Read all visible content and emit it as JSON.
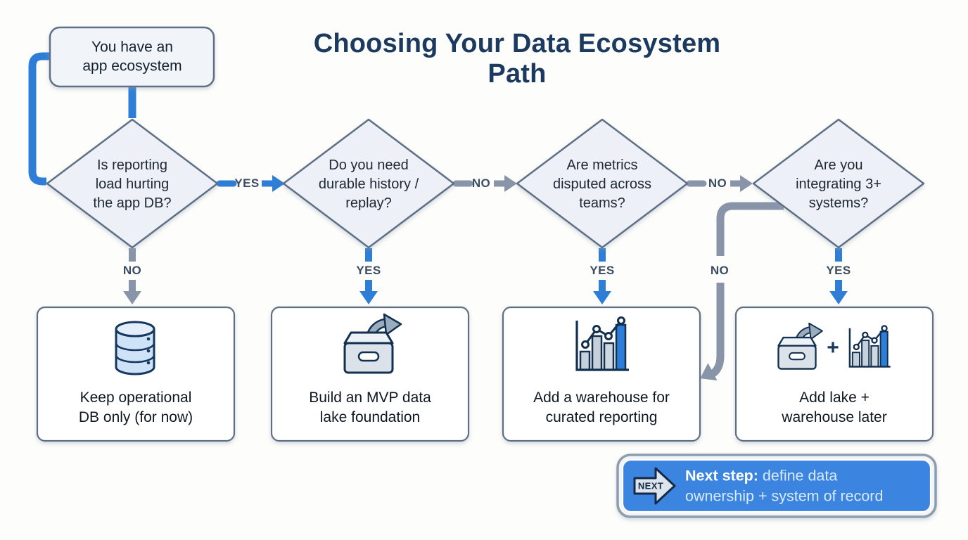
{
  "title": "Choosing Your Data Ecosystem Path",
  "start_node": {
    "label": "You have an\napp ecosystem"
  },
  "decisions": [
    {
      "id": "reporting-load",
      "label": "Is reporting\nload hurting\nthe app DB?"
    },
    {
      "id": "durable-history",
      "label": "Do you need\ndurable history /\nreplay?"
    },
    {
      "id": "metrics-disputed",
      "label": "Are metrics\ndisputed across\nteams?"
    },
    {
      "id": "integrating-systems",
      "label": "Are you\nintegrating 3+\nsystems?"
    }
  ],
  "edges": {
    "d1_to_d2": "YES",
    "d2_to_d3": "NO",
    "d3_to_d4": "NO",
    "d1_down": "NO",
    "d2_down": "YES",
    "d3_down": "YES",
    "d4_down": "YES",
    "d4_no_path": "NO"
  },
  "outcomes": [
    {
      "label": "Keep operational\nDB only (for now)",
      "icon": "database-icon"
    },
    {
      "label": "Build an MVP data\nlake foundation",
      "icon": "data-lake-box-arrow-icon"
    },
    {
      "label": "Add a warehouse for\ncurated reporting",
      "icon": "bar-line-chart-icon"
    },
    {
      "label": "Add lake +\nwarehouse later",
      "icon": "box-arrow-plus-chart-icon",
      "plus": "+"
    }
  ],
  "banner": {
    "arrow_label": "NEXT",
    "bold_text": "Next step:",
    "line1_rest": " define data",
    "line2": "ownership + system of record"
  },
  "colors": {
    "accent_blue": "#2e7ed7",
    "banner_blue": "#3a85e0",
    "connector_gray": "#8895a8",
    "node_border": "#5f7085",
    "title_navy": "#1c3a60",
    "icon_navy": "#15385e"
  }
}
